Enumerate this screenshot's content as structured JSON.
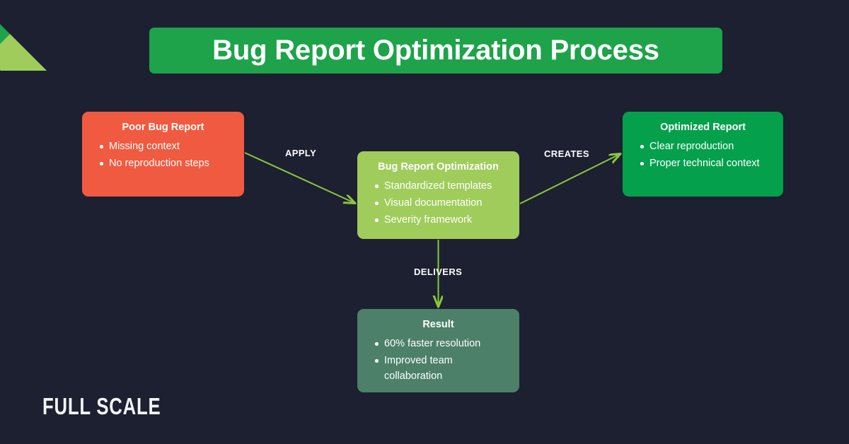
{
  "theme": {
    "background": "#1c2030",
    "accent_green": "#1ea34a",
    "light_green": "#a0cc5c",
    "orange": "#f05a40",
    "deep_green": "#05a04c",
    "teal": "#4c8069",
    "text": "#ffffff",
    "arrow": "#8cc63f"
  },
  "header": {
    "title": "Bug Report Optimization Process"
  },
  "brand": {
    "wordmark": "FULL SCALE",
    "ribbon_dark": "ribbon-stripe-dark",
    "ribbon_light": "ribbon-stripe-light"
  },
  "diagram": {
    "type": "flowchart",
    "nodes": [
      {
        "id": "poor",
        "title": "Poor Bug Report",
        "items": [
          "Missing context",
          "No reproduction steps"
        ],
        "color": "#f05a40"
      },
      {
        "id": "optimization",
        "title": "Bug Report Optimization",
        "items": [
          "Standardized templates",
          "Visual documentation",
          "Severity framework"
        ],
        "color": "#a0cc5c"
      },
      {
        "id": "report",
        "title": "Optimized Report",
        "items": [
          "Clear reproduction",
          "Proper technical context"
        ],
        "color": "#05a04c"
      },
      {
        "id": "result",
        "title": "Result",
        "items": [
          "60% faster resolution",
          "Improved team collaboration"
        ],
        "color": "#4c8069"
      }
    ],
    "edges": [
      {
        "from": "poor",
        "to": "optimization",
        "label": "APPLY"
      },
      {
        "from": "optimization",
        "to": "report",
        "label": "CREATES"
      },
      {
        "from": "optimization",
        "to": "result",
        "label": "DELIVERS"
      }
    ]
  }
}
